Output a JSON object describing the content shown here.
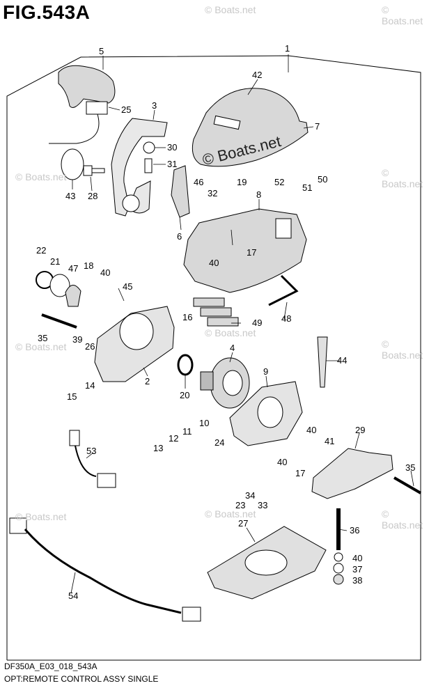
{
  "title": "FIG.543A",
  "footer": {
    "code": "DF350A_E03_018_543A",
    "description": "OPT:REMOTE CONTROL ASSY SINGLE"
  },
  "watermark": {
    "main": "© Boats.net",
    "faint": "© Boats.net"
  },
  "callouts": [
    "1",
    "2",
    "3",
    "4",
    "5",
    "6",
    "7",
    "8",
    "9",
    "10",
    "11",
    "12",
    "13",
    "14",
    "15",
    "16",
    "17",
    "17",
    "18",
    "19",
    "20",
    "21",
    "22",
    "23",
    "24",
    "25",
    "26",
    "27",
    "28",
    "29",
    "30",
    "31",
    "32",
    "33",
    "34",
    "35",
    "35",
    "36",
    "37",
    "38",
    "39",
    "40",
    "40",
    "40",
    "40",
    "40",
    "41",
    "42",
    "43",
    "44",
    "45",
    "46",
    "47",
    "48",
    "49",
    "50",
    "51",
    "52",
    "53",
    "54"
  ],
  "colors": {
    "line": "#000000",
    "shade": "#d8d8d8",
    "dark": "#9a9a9a"
  }
}
